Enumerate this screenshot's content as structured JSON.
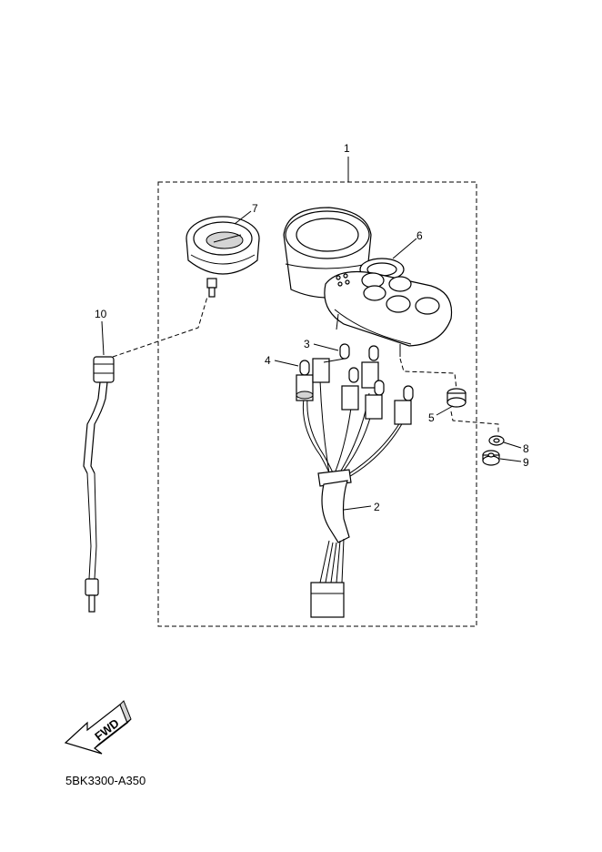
{
  "callouts": {
    "c1": "1",
    "c2": "2",
    "c3": "3",
    "c4": "4",
    "c5": "5",
    "c6": "6",
    "c7": "7",
    "c8": "8",
    "c9": "9",
    "c10": "10"
  },
  "fwd_label": "FWD",
  "reference_code": "5BK3300-A350"
}
